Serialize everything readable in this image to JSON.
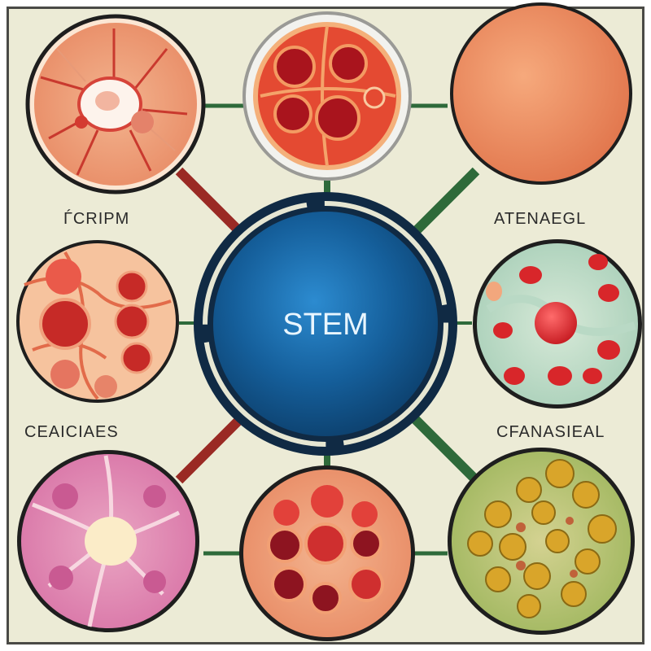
{
  "center": {
    "label": "STEM"
  },
  "labels": {
    "top_left": "ЃCRIPM",
    "top_right": "ATENAEGL",
    "middle_left": "CEAICIAES",
    "middle_right": "CFANASIEAL"
  },
  "colors": {
    "background": "#ecebd6",
    "connector_green": "#2e6a3a",
    "connector_red": "#9a2a24",
    "center_blue": "#1a6aa8"
  }
}
